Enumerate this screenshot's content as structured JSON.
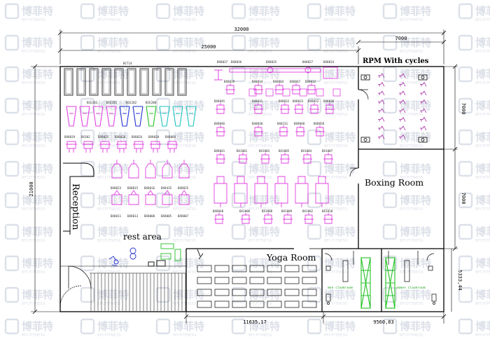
{
  "dimensions": {
    "total_width": "32000",
    "main_width": "25000",
    "right_width": "7000",
    "rpm_height": "7000",
    "boxing_height": "7000",
    "total_height": "21000",
    "yoga_width": "11635,17",
    "lockers_width": "9560,83",
    "lockers_height": "5333,44"
  },
  "rooms": {
    "rpm": "RPM With cycles",
    "boxing": "Boxing Room",
    "reception": "Reception",
    "rest_area": "rest area",
    "yoga": "Yoga Room",
    "men_locker": "men cloakroom",
    "women_locker": "women cloakroom"
  },
  "equipment_labels": {
    "top_left": "BCT14",
    "row1": [
      "BCE203",
      "BCE201",
      "BCE202",
      "BCE200"
    ],
    "row2": [
      "BX8019",
      "BX302",
      "BX8025",
      "BX8020",
      "BX8026",
      "BX8028",
      "BX8004"
    ],
    "row3": [
      "BX8023",
      "BX8015",
      "BX8016",
      "BX8435",
      "BX8025"
    ],
    "row4": [
      "BX8011",
      "BX8013",
      "BX8008",
      "BX8005",
      "BX8007"
    ],
    "top_middle": [
      "BX8037",
      "BX8036",
      "BX8035",
      "BX8027",
      "BX8034"
    ],
    "mid_row1": [
      "BX8039",
      "BX8034",
      "BX8004",
      "BX8047",
      "BX8032"
    ],
    "mid_row2": [
      "BX8045",
      "BX8031",
      "BX8032",
      "BX8033",
      "BX8022",
      "BX8038"
    ],
    "mid_row3": [
      "BX8046",
      "BX8030",
      "BX8231",
      "BX8040",
      "BX8058"
    ],
    "mid_row4": [
      "BX8041",
      "BX1001",
      "BX1003",
      "BX1005",
      "BX1004",
      "BX1007"
    ],
    "bottom_row": [
      "BX8048",
      "BX1006",
      "BX1008",
      "BX1009",
      "BX1002",
      "BX1010"
    ]
  },
  "watermark": {
    "chinese": "博菲特",
    "english": "BFCFITNESS"
  },
  "colors": {
    "magenta": "#e040e0",
    "blue": "#2030d0",
    "green": "#22c022",
    "cyan": "#20c0c0",
    "watermark": "#d9dde6"
  }
}
